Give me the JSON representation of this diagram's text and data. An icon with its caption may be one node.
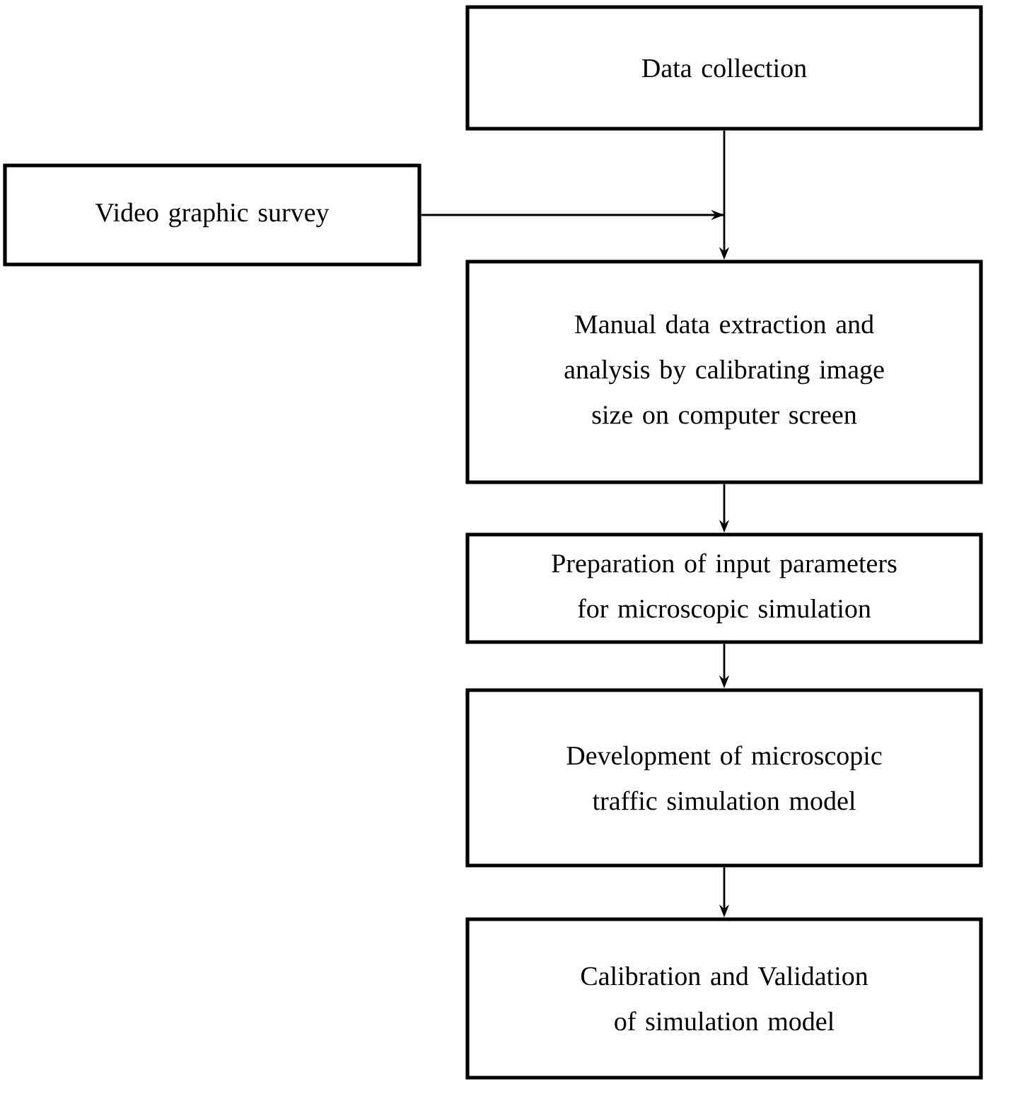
{
  "diagram": {
    "nodes": [
      {
        "text": [
          "Data collection"
        ]
      },
      {
        "text": [
          "Video graphic survey"
        ]
      },
      {
        "text": [
          "Manual data extraction and analysis by calibrating image size on computer screen"
        ]
      },
      {
        "text": [
          "Preparation of input parameters for microscopic simulation"
        ]
      },
      {
        "text": [
          "Development of microscopic traffic simulation model"
        ]
      },
      {
        "text": [
          "Calibration and Validation of simulation model"
        ]
      }
    ],
    "edges": [
      {
        "from": 0,
        "to": 2,
        "arrow": "to"
      },
      {
        "from": 1,
        "to": 2,
        "arrow": "to"
      },
      {
        "from": 2,
        "to": 3,
        "arrow": "to"
      },
      {
        "from": 3,
        "to": 4,
        "arrow": "to"
      },
      {
        "from": 4,
        "to": 5,
        "arrow": "to"
      }
    ]
  }
}
